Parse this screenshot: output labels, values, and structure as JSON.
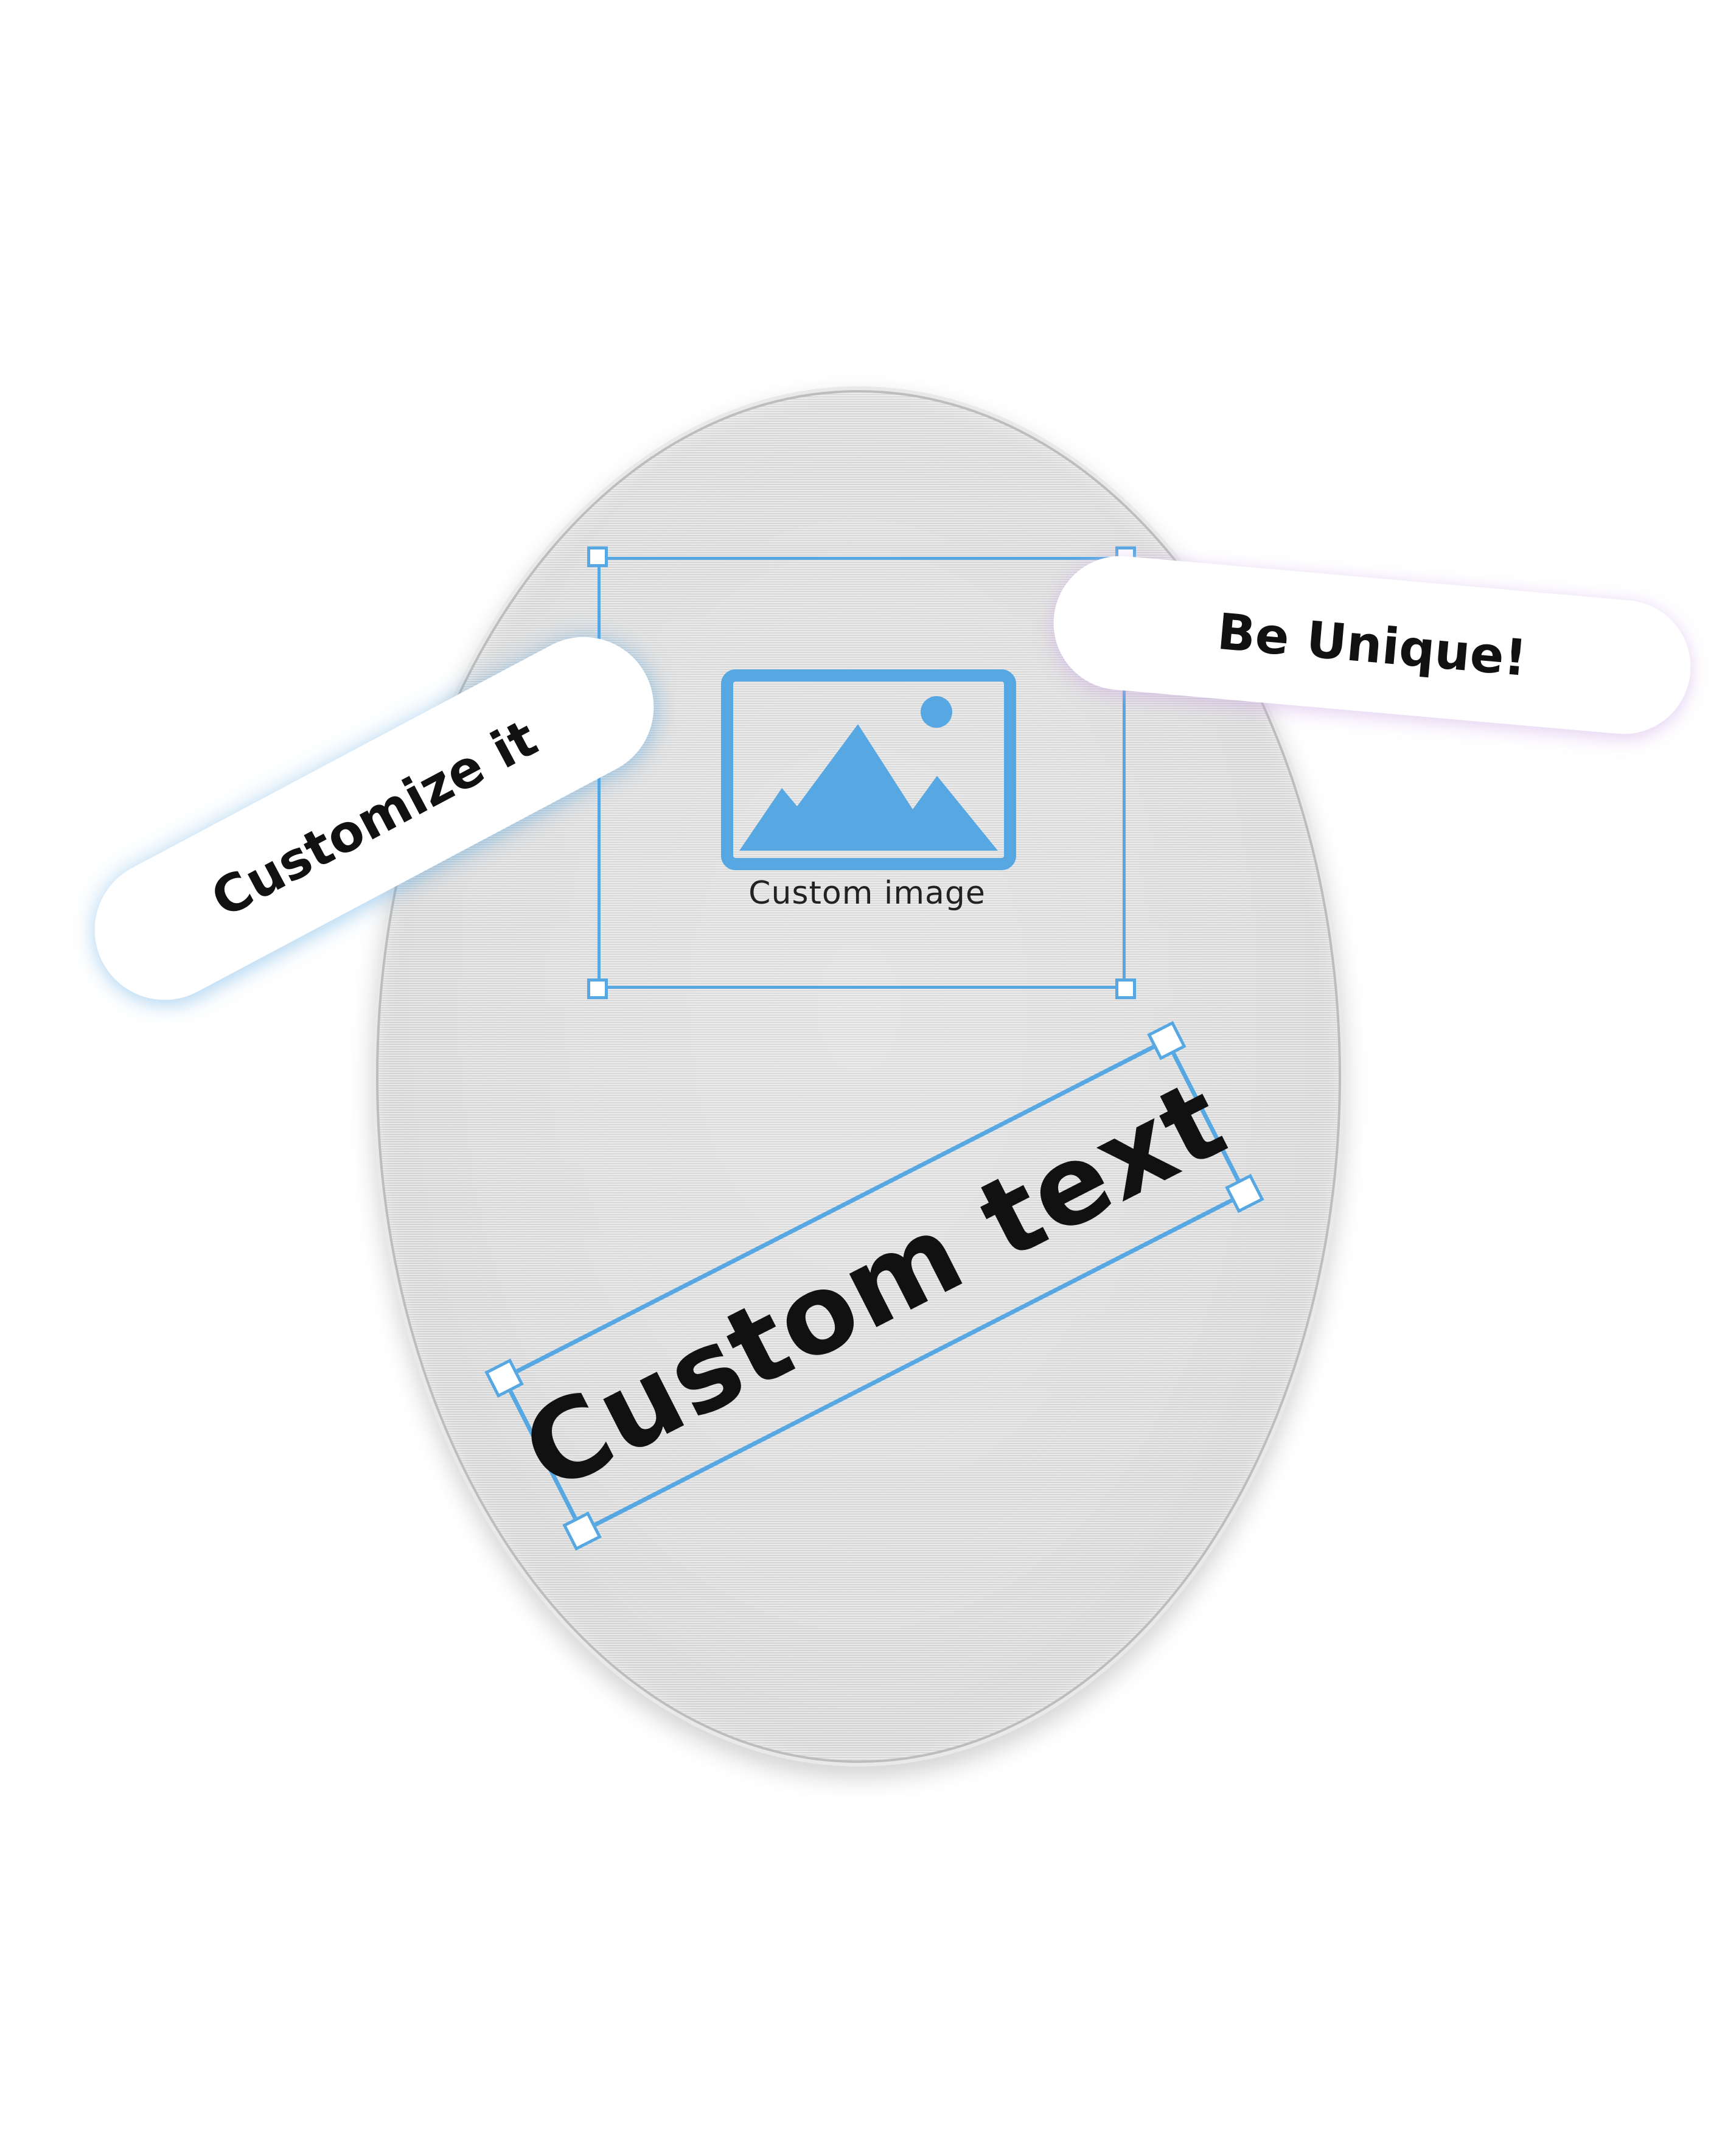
{
  "image_placeholder": {
    "caption": "Custom image",
    "icon": "image-icon"
  },
  "labels": {
    "customize": "Customize it",
    "unique": "Be Unique!",
    "custom_text": "Custom text"
  },
  "colors": {
    "accent": "#56a7e2",
    "text": "#111111",
    "oval": "#dedede",
    "background": "#ffffff"
  }
}
